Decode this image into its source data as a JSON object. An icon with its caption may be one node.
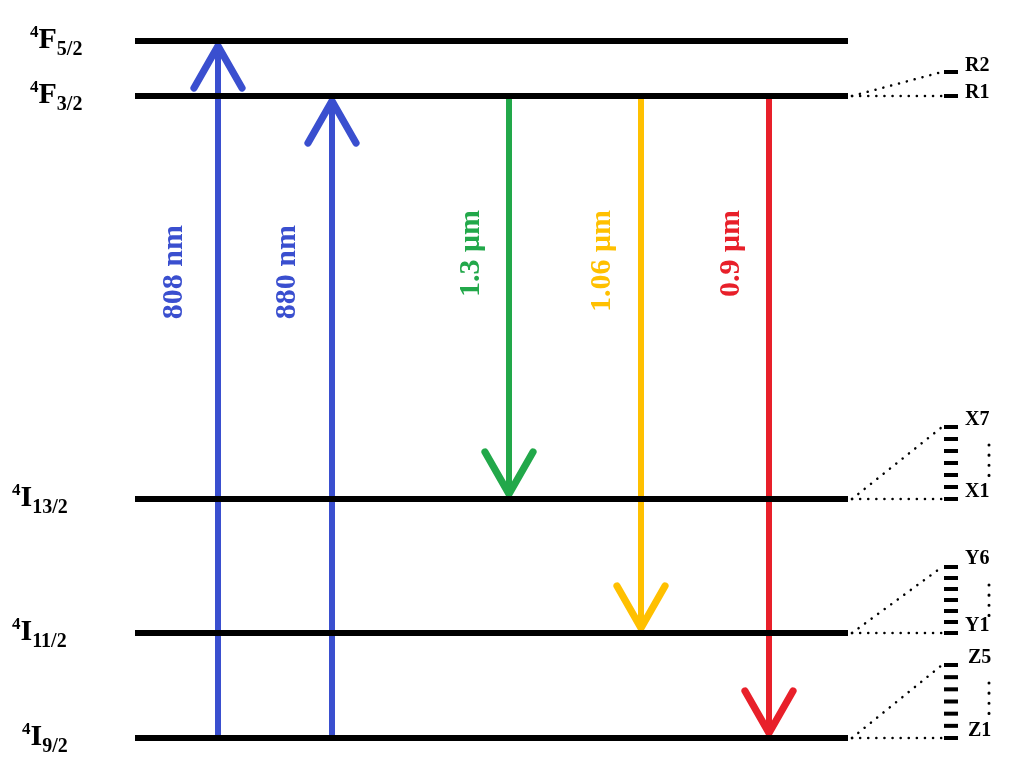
{
  "diagram": {
    "nodes": [
      {
        "text": [
          "$^{4}$F$_{5/2}$"
        ]
      },
      {
        "text": [
          "$^{4}$F$_{3/2}$"
        ]
      },
      {
        "text": [
          "$^{4}$I$_{13/2}$"
        ]
      },
      {
        "text": [
          "$^{4}$I$_{11/2}$"
        ]
      },
      {
        "text": [
          "$^{4}$I$_{9/2}$"
        ]
      }
    ],
    "edges": [
      {
        "from": 4,
        "to": 0,
        "arrow": "to",
        "label": "808 nm"
      },
      {
        "from": 4,
        "to": 1,
        "arrow": "to",
        "label": "880 nm"
      },
      {
        "from": 1,
        "to": 2,
        "arrow": "to",
        "label": "1.3 μm",
        "color": "#22a84a"
      },
      {
        "from": 1,
        "to": 3,
        "arrow": "to",
        "label": "1.06 μm",
        "color": "#ffc000"
      },
      {
        "from": 1,
        "to": 4,
        "arrow": "to",
        "label": "0.9 μm",
        "color": "#e8202a"
      }
    ],
    "labels": [
      "R2",
      "R1",
      "X7",
      "X1",
      "Y6",
      "Y1",
      "Z5",
      "Z1"
    ]
  }
}
